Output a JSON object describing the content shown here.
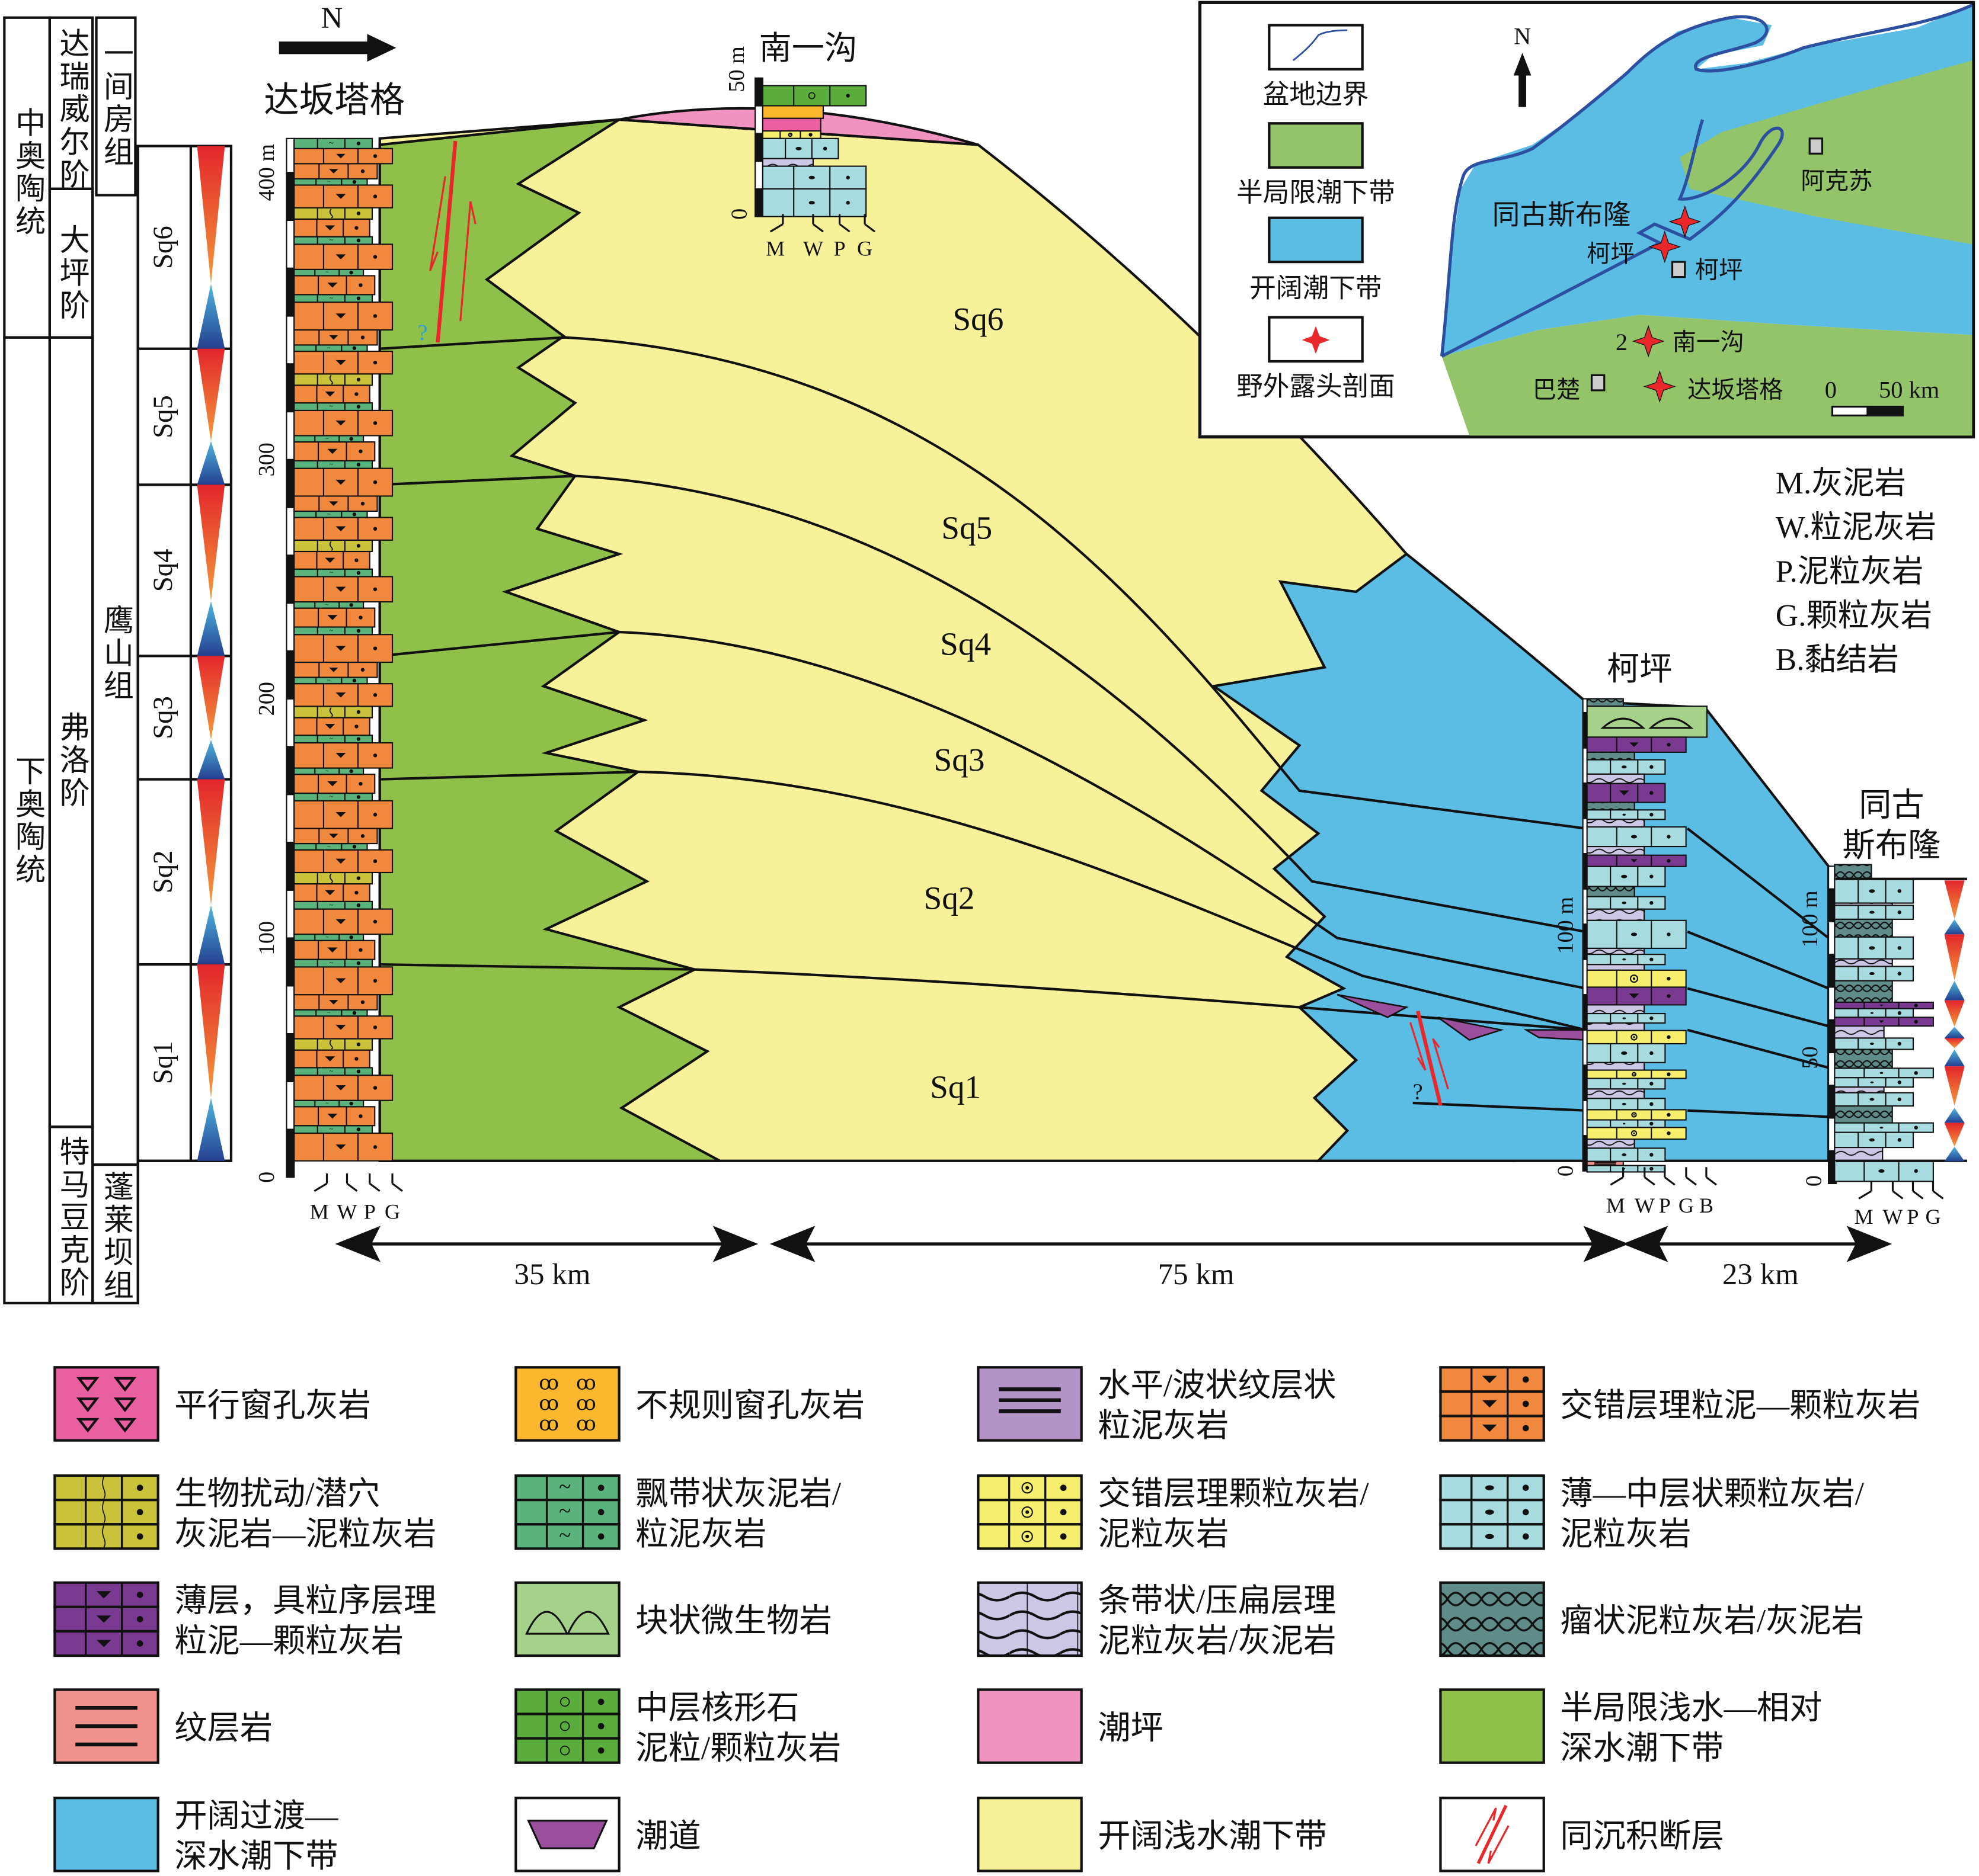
{
  "strat_table": {
    "series": [
      "中奥陶统",
      "下奥陶统"
    ],
    "stages": [
      "达瑞威尔阶",
      "大坪阶",
      "弗洛阶",
      "特马豆克阶"
    ],
    "formations": [
      "一间房组",
      "鹰山组",
      "蓬莱坝组"
    ],
    "sequences": [
      "Sq6",
      "Sq5",
      "Sq4",
      "Sq3",
      "Sq2",
      "Sq1"
    ]
  },
  "north_label": "N",
  "sections": {
    "dabantage": {
      "name": "达坂塔格",
      "scale": [
        "400 m",
        "300",
        "200",
        "100",
        "0"
      ],
      "axis": [
        "M",
        "W",
        "P",
        "G"
      ]
    },
    "nanyigou": {
      "name": "南一沟",
      "scale": [
        "50 m",
        "0"
      ],
      "axis": [
        "M",
        "W",
        "P",
        "G"
      ]
    },
    "keping": {
      "name": "柯坪",
      "scale": [
        "100 m",
        "0"
      ],
      "axis": [
        "M",
        "W",
        "P",
        "G",
        "B"
      ]
    },
    "tonggusibulong": {
      "name_line1": "同古",
      "name_line2": "斯布隆",
      "scale": [
        "100 m",
        "50",
        "0"
      ],
      "axis": [
        "M",
        "W",
        "P",
        "G"
      ]
    }
  },
  "section_sequences": [
    "Sq6",
    "Sq5",
    "Sq4",
    "Sq3",
    "Sq2",
    "Sq1"
  ],
  "fault_question": "?",
  "distances": [
    "35 km",
    "75 km",
    "23 km"
  ],
  "abbreviations": [
    "M.灰泥岩",
    "W.粒泥灰岩",
    "P.泥粒灰岩",
    "G.颗粒灰岩",
    "B.黏结岩"
  ],
  "inset_map": {
    "legend": [
      "盆地边界",
      "半局限潮下带",
      "开阔潮下带",
      "野外露头剖面"
    ],
    "north": "N",
    "places": {
      "tonggu": "同古斯布隆",
      "keping_site": "柯坪",
      "keping_town": "柯坪",
      "aksu": "阿克苏",
      "site_number": "2",
      "nanyigou": "南一沟",
      "bachu": "巴楚",
      "dabantage": "达坂塔格"
    },
    "scale": [
      "0",
      "50 km"
    ]
  },
  "colors": {
    "semi_restricted_green": "#8fc04a",
    "open_shallow_yellow": "#f7f29a",
    "open_deep_blue": "#5bbce4",
    "tidal_flat_pink": "#f093c0",
    "fault_red": "#e8282b"
  },
  "legend": [
    {
      "lines": [
        "平行窗孔灰岩"
      ],
      "swatch": "fenestral-parallel"
    },
    {
      "lines": [
        "不规则窗孔灰岩"
      ],
      "swatch": "fenestral-irregular"
    },
    {
      "lines": [
        "水平/波状纹层状",
        "粒泥灰岩"
      ],
      "swatch": "laminated-wackestone"
    },
    {
      "lines": [
        "交错层理粒泥—颗粒灰岩"
      ],
      "swatch": "cross-bedded-orange"
    },
    {
      "lines": [
        "生物扰动/潜穴",
        "灰泥岩—泥粒灰岩"
      ],
      "swatch": "bioturbated"
    },
    {
      "lines": [
        "飘带状灰泥岩/",
        "粒泥灰岩"
      ],
      "swatch": "ribbon"
    },
    {
      "lines": [
        "交错层理颗粒灰岩/",
        "泥粒灰岩"
      ],
      "swatch": "cross-bedded-yellow"
    },
    {
      "lines": [
        "薄—中层状颗粒灰岩/",
        "泥粒灰岩"
      ],
      "swatch": "thin-medium-cyan"
    },
    {
      "lines": [
        "薄层，具粒序层理",
        "粒泥—颗粒灰岩"
      ],
      "swatch": "graded-purple"
    },
    {
      "lines": [
        "块状微生物岩"
      ],
      "swatch": "microbialite"
    },
    {
      "lines": [
        "条带状/压扁层理",
        "泥粒灰岩/灰泥岩"
      ],
      "swatch": "banded-lavender"
    },
    {
      "lines": [
        "瘤状泥粒灰岩/灰泥岩"
      ],
      "swatch": "nodular"
    },
    {
      "lines": [
        "纹层岩"
      ],
      "swatch": "laminite"
    },
    {
      "lines": [
        "中层核形石",
        "泥粒/颗粒灰岩"
      ],
      "swatch": "oncoid"
    },
    {
      "lines": [
        "潮坪"
      ],
      "swatch": "tidal-flat"
    },
    {
      "lines": [
        "半局限浅水—相对",
        "深水潮下带"
      ],
      "swatch": "semi-restricted"
    },
    {
      "lines": [
        "开阔过渡—",
        "深水潮下带"
      ],
      "swatch": "open-deep"
    },
    {
      "lines": [
        "潮道"
      ],
      "swatch": "tidal-channel"
    },
    {
      "lines": [
        "开阔浅水潮下带"
      ],
      "swatch": "open-shallow"
    },
    {
      "lines": [
        "同沉积断层"
      ],
      "swatch": "syn-sedimentary-fault"
    }
  ]
}
